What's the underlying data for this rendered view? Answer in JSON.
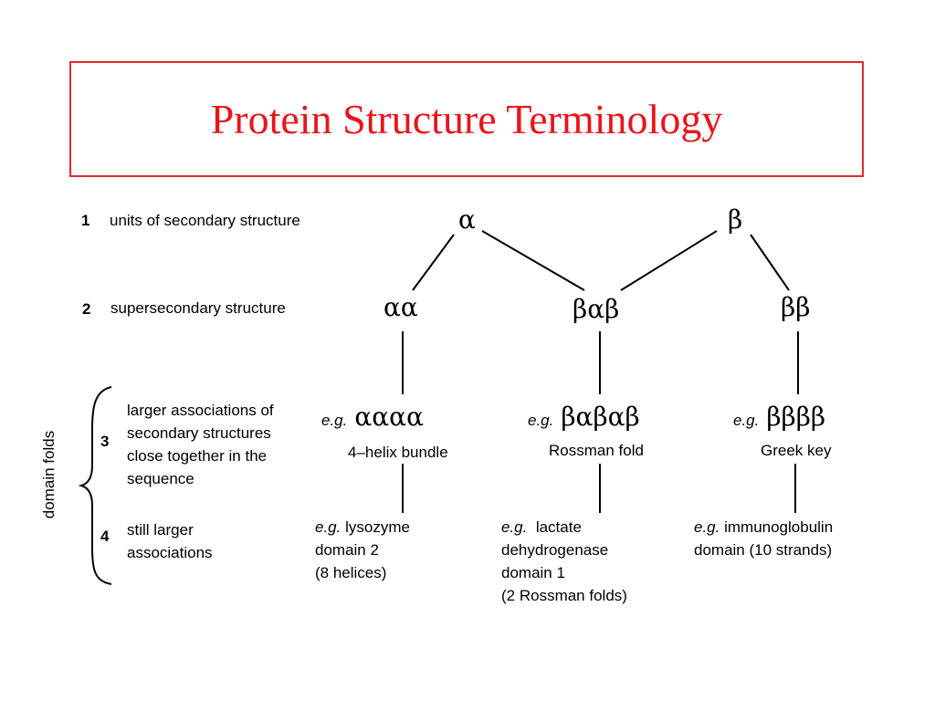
{
  "title": "Protein Structure Terminology",
  "levels": [
    {
      "number": "1",
      "label": "units of secondary structure"
    },
    {
      "number": "2",
      "label": "supersecondary structure"
    },
    {
      "number": "3",
      "label_lines": [
        "larger associations of",
        "secondary structures",
        "close together in the",
        "sequence"
      ]
    },
    {
      "number": "4",
      "label_lines": [
        "still larger",
        "associations"
      ]
    }
  ],
  "side_label": "domain folds",
  "nodes": {
    "alpha": "α",
    "beta": "β",
    "aa": "αα",
    "bab": "βαβ",
    "bb": "ββ"
  },
  "folds": [
    {
      "eg": "e.g.",
      "symbol": "αααα",
      "name": "4–helix bundle"
    },
    {
      "eg": "e.g.",
      "symbol": "βαβαβ",
      "name": "Rossman fold"
    },
    {
      "eg": "e.g.",
      "symbol": "ββββ",
      "name": "Greek key"
    }
  ],
  "examples": [
    {
      "eg": "e.g.",
      "lines": [
        "lysozyme",
        "domain 2",
        "(8 helices)"
      ]
    },
    {
      "eg": "e.g.",
      "lines": [
        " lactate",
        "dehydrogenase",
        "domain 1",
        "(2 Rossman folds)"
      ]
    },
    {
      "eg": "e.g.",
      "lines": [
        "immunoglobulin",
        "domain (10 strands)"
      ]
    }
  ]
}
